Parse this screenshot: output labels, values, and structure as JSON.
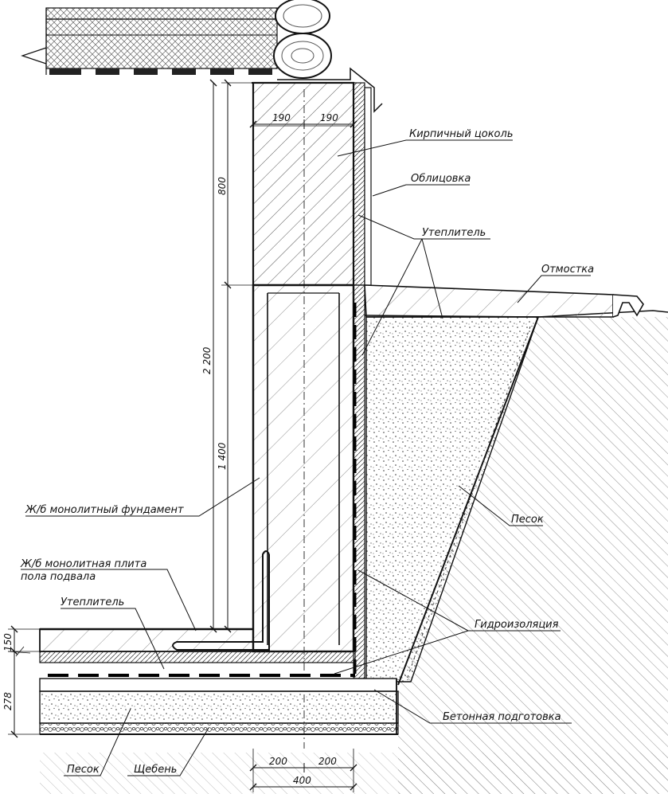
{
  "labels": {
    "brick_plinth": "Кирпичный цоколь",
    "cladding": "Облицовка",
    "insulation_top": "Утеплитель",
    "blind_area": "Отмостка",
    "sand_right": "Песок",
    "foundation": "Ж/б монолитный фундамент",
    "slab_line1": "Ж/б монолитная плита",
    "slab_line2": "пола подвала",
    "insulation_bottom": "Утеплитель",
    "waterproofing": "Гидроизоляция",
    "concrete_prep": "Бетонная подготовка",
    "sand_bottom": "Песок",
    "gravel": "Щебень"
  },
  "dimensions": {
    "plinth_left": "190",
    "plinth_right": "190",
    "h_800": "800",
    "h_2200": "2 200",
    "h_1400": "1 400",
    "h_150": "150",
    "h_278": "278",
    "base_left": "200",
    "base_right": "200",
    "base_total": "400"
  }
}
